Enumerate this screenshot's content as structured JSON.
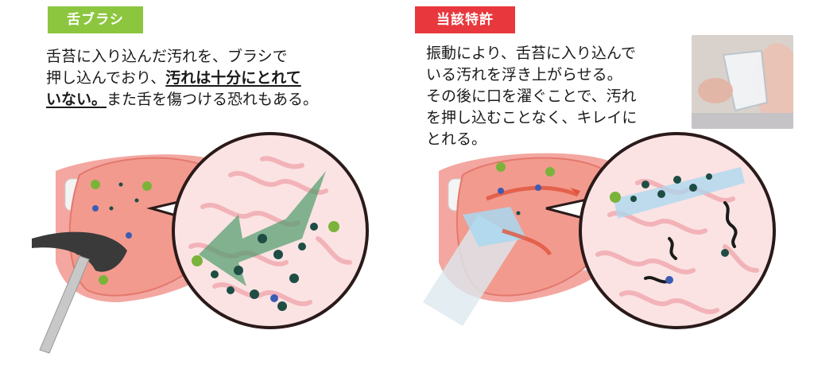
{
  "left": {
    "badge": "舌ブラシ",
    "badge_color": "#8cc63f",
    "line1": "舌苔に入り込んだ汚れを、ブラシで",
    "line2_pre": "押し込んでおり、",
    "line2_em": "汚れは十分にとれて",
    "line3_em": "いない。",
    "line3_post": "また舌を傷つける恐れもある。"
  },
  "right": {
    "badge": "当該特許",
    "badge_color": "#e8383d",
    "lines": [
      "振動により、舌苔に入り込んで",
      "いる汚れを浮き上がらせる。",
      "その後に口を濯ぐことで、汚れ",
      "を押し込むことなく、キレイに",
      "とれる。"
    ]
  },
  "colors": {
    "tongue": "#f29a8e",
    "tongue_edge": "#e4786d",
    "papillae": "#f7bfc4",
    "dirt": "#1e4d44",
    "green_germ": "#7bb33a",
    "blue_germ": "#3e5bb4",
    "arrow_green": "#4f9b6c",
    "arrow_red": "#e0533c",
    "water": "#a9d8f0"
  }
}
